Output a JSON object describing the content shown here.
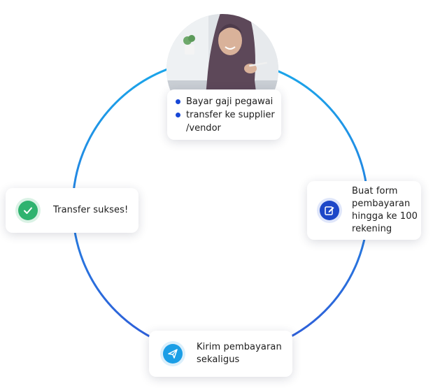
{
  "colors": {
    "ring_top": "#1aa7ea",
    "ring_bottom": "#2f5bd8",
    "bullet": "#1747d6",
    "success": "#2fb36f",
    "edit": "#1d47c8",
    "send": "#1b9ee6"
  },
  "steps": {
    "top": {
      "items": [
        "Bayar gaji pegawai",
        "transfer ke supplier",
        "/vendor"
      ]
    },
    "right": {
      "icon": "edit-icon",
      "lines": [
        "Buat form",
        "pembayaran",
        "hingga ke 100",
        "rekening"
      ]
    },
    "bottom": {
      "icon": "paper-plane-icon",
      "lines": [
        "Kirim pembayaran",
        "sekaligus"
      ]
    },
    "left": {
      "icon": "check-icon",
      "label": "Transfer sukses!"
    }
  },
  "photo": {
    "icon": "woman-with-hijab-photo"
  }
}
